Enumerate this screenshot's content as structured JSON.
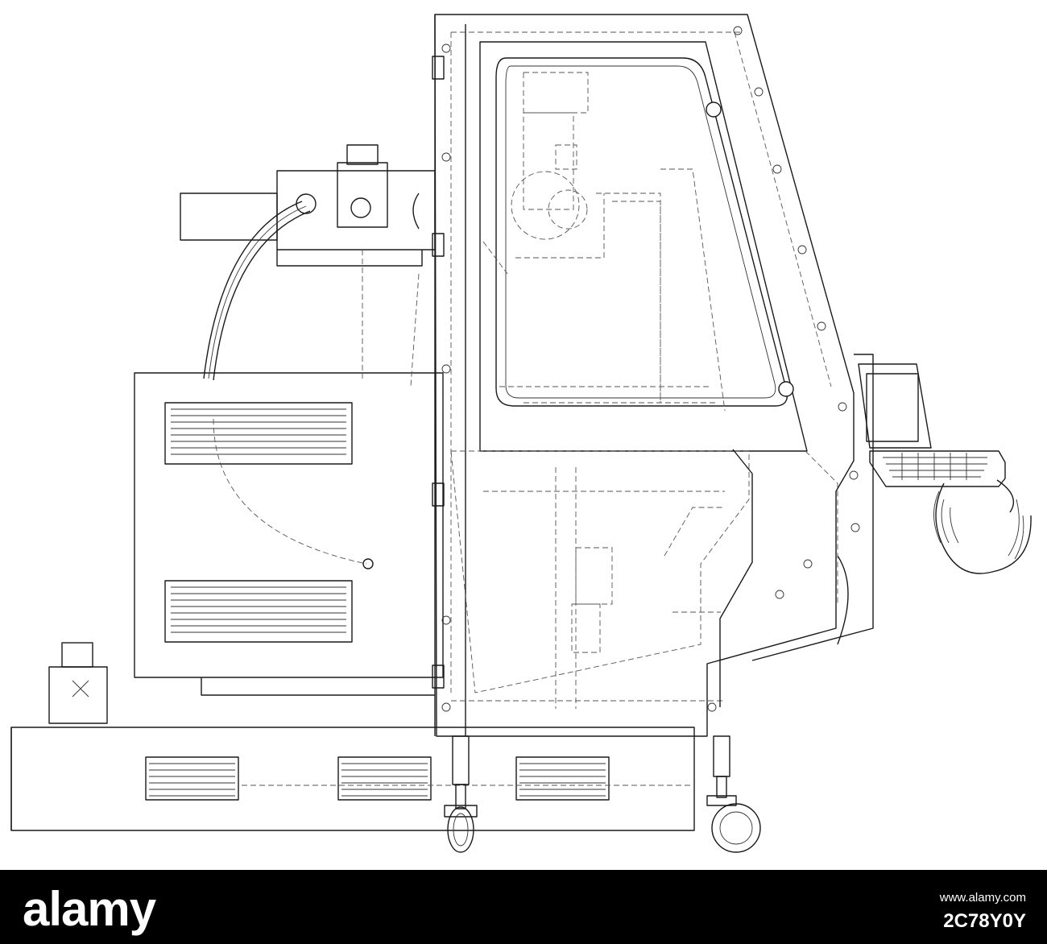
{
  "figure": {
    "subject": "cnc-milling-machine-wireframe",
    "line_color": "#1a1a1a",
    "background": "#ffffff"
  },
  "watermark": {
    "brand": "alamy",
    "image_id": "2C78Y0Y",
    "site": "www.alamy.com",
    "banner_color": "#000000",
    "text_color": "#ffffff"
  }
}
